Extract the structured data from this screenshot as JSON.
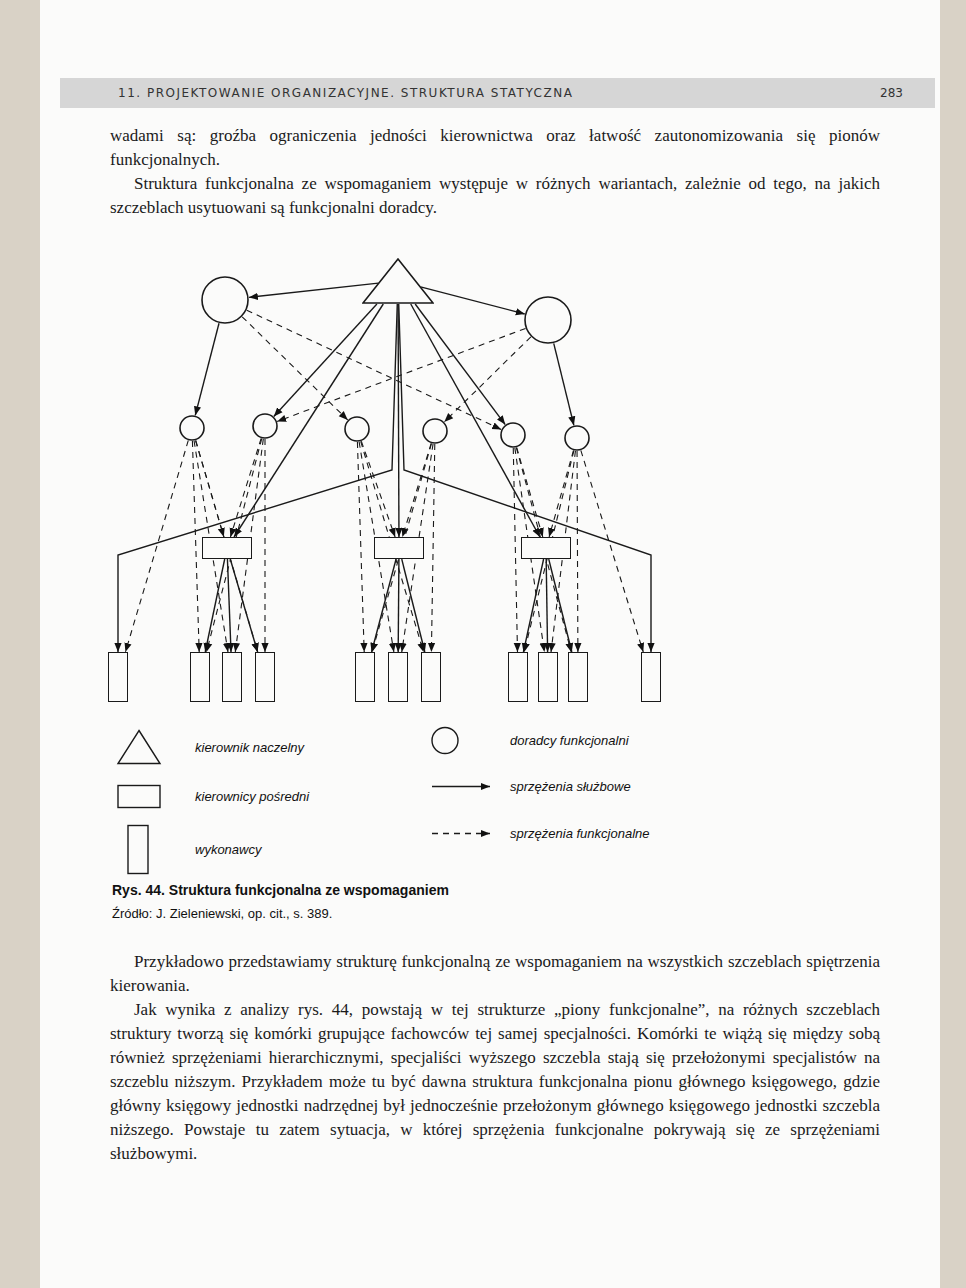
{
  "diagram": {
    "caption": "Rys. 44. Struktura funkcjonalna ze wspomaganiem",
    "nodes": [
      {
        "text": []
      },
      {
        "text": []
      },
      {
        "text": []
      },
      {
        "text": []
      },
      {
        "text": []
      },
      {
        "text": []
      },
      {
        "text": []
      },
      {
        "text": []
      },
      {
        "text": []
      },
      {
        "text": []
      },
      {
        "text": []
      },
      {
        "text": []
      },
      {
        "text": []
      },
      {
        "text": []
      },
      {
        "text": []
      },
      {
        "text": []
      },
      {
        "text": []
      },
      {
        "text": []
      },
      {
        "text": []
      },
      {
        "text": []
      },
      {
        "text": []
      },
      {
        "text": []
      },
      {
        "text": []
      }
    ],
    "edges": [
      {
        "from": 0,
        "to": 1,
        "arrow": "to"
      },
      {
        "from": 0,
        "to": 2,
        "arrow": "to"
      },
      {
        "from": 1,
        "to": 3,
        "arrow": "to"
      },
      {
        "from": 2,
        "to": 8,
        "arrow": "to"
      },
      {
        "from": 0,
        "to": 4,
        "arrow": "to"
      },
      {
        "from": 0,
        "to": 7,
        "arrow": "to"
      },
      {
        "from": 0,
        "to": 9,
        "arrow": "to"
      },
      {
        "from": 0,
        "to": 10,
        "arrow": "to"
      },
      {
        "from": 0,
        "to": 11,
        "arrow": "to"
      },
      {
        "from": 0,
        "to": 12,
        "arrow": "to"
      },
      {
        "from": 0,
        "to": 22,
        "arrow": "to"
      },
      {
        "from": 9,
        "to": 13,
        "arrow": "to"
      },
      {
        "from": 9,
        "to": 14,
        "arrow": "to"
      },
      {
        "from": 9,
        "to": 15,
        "arrow": "to"
      },
      {
        "from": 10,
        "to": 16,
        "arrow": "to"
      },
      {
        "from": 10,
        "to": 17,
        "arrow": "to"
      },
      {
        "from": 10,
        "to": 18,
        "arrow": "to"
      },
      {
        "from": 11,
        "to": 19,
        "arrow": "to"
      },
      {
        "from": 11,
        "to": 20,
        "arrow": "to"
      },
      {
        "from": 11,
        "to": 21,
        "arrow": "to"
      },
      {
        "from": 1,
        "to": 5,
        "arrow": "to"
      },
      {
        "from": 1,
        "to": 7,
        "arrow": "to"
      },
      {
        "from": 2,
        "to": 6,
        "arrow": "to"
      },
      {
        "from": 2,
        "to": 4,
        "arrow": "to"
      },
      {
        "from": 3,
        "to": 9,
        "arrow": "to"
      },
      {
        "from": 3,
        "to": 12,
        "arrow": "to"
      },
      {
        "from": 3,
        "to": 13,
        "arrow": "to"
      },
      {
        "from": 3,
        "to": 14,
        "arrow": "to"
      },
      {
        "from": 3,
        "to": 15,
        "arrow": "to"
      },
      {
        "from": 4,
        "to": 9,
        "arrow": "to"
      },
      {
        "from": 4,
        "to": 13,
        "arrow": "to"
      },
      {
        "from": 4,
        "to": 14,
        "arrow": "to"
      },
      {
        "from": 4,
        "to": 15,
        "arrow": "to"
      },
      {
        "from": 5,
        "to": 10,
        "arrow": "to"
      },
      {
        "from": 5,
        "to": 16,
        "arrow": "to"
      },
      {
        "from": 5,
        "to": 17,
        "arrow": "to"
      },
      {
        "from": 5,
        "to": 18,
        "arrow": "to"
      },
      {
        "from": 6,
        "to": 10,
        "arrow": "to"
      },
      {
        "from": 6,
        "to": 16,
        "arrow": "to"
      },
      {
        "from": 6,
        "to": 17,
        "arrow": "to"
      },
      {
        "from": 6,
        "to": 18,
        "arrow": "to"
      },
      {
        "from": 7,
        "to": 11,
        "arrow": "to"
      },
      {
        "from": 7,
        "to": 19,
        "arrow": "to"
      },
      {
        "from": 7,
        "to": 20,
        "arrow": "to"
      },
      {
        "from": 7,
        "to": 21,
        "arrow": "to"
      },
      {
        "from": 8,
        "to": 11,
        "arrow": "to"
      },
      {
        "from": 8,
        "to": 19,
        "arrow": "to"
      },
      {
        "from": 8,
        "to": 20,
        "arrow": "to"
      },
      {
        "from": 8,
        "to": 21,
        "arrow": "to"
      },
      {
        "from": 8,
        "to": 22,
        "arrow": "to"
      }
    ],
    "labels": [
      "11. PROJEKTOWANIE ORGANIZACYJNE. STRUKTURA STATYCZNA",
      "283",
      "wadami są: groźba ograniczenia jedności kierownictwa oraz łatwość zautonomizowania się pionów funkcjonalnych.",
      "Struktura funkcjonalna ze wspomaganiem występuje w różnych wariantach, zależnie od tego, na jakich szczeblach usytuowani są funkcjonalni doradcy.",
      "Źródło: J. Zieleniewski, op. cit., s. 389.",
      "Przykładowo przedstawiamy strukturę funkcjonalną ze wspomaganiem na wszystkich szczeblach spiętrzenia kierowania.",
      "Jak wynika z analizy rys. 44, powstają w tej strukturze „piony funkcjonalne”, na różnych szczeblach struktury tworzą się komórki grupujące fachowców tej samej specjalności. Komórki te wiążą się między sobą również sprzężeniami hierarchicznymi, specjaliści wyższego szczebla stają się przełożonymi specjalistów na szczeblu niższym. Przykładem może tu być dawna struktura funkcjonalna pionu głównego księgowego, gdzie główny księgowy jednostki nadrzędnej był jednocześnie przełożonym głównego księgowego jednostki szczebla niższego. Powstaje tu zatem sytuacja, w której sprzężenia funkcjonalne pokrywają się ze sprzężeniami służbowymi."
    ],
    "legend": [
      {
        "text": "kierownik naczelny"
      },
      {
        "text": "doradcy funkcjonalni"
      },
      {
        "text": "kierownicy pośredni"
      },
      {
        "text": "sprzężenia służbowe"
      },
      {
        "text": "wykonawcy"
      },
      {
        "text": "sprzężenia funkcjonalne"
      }
    ]
  }
}
